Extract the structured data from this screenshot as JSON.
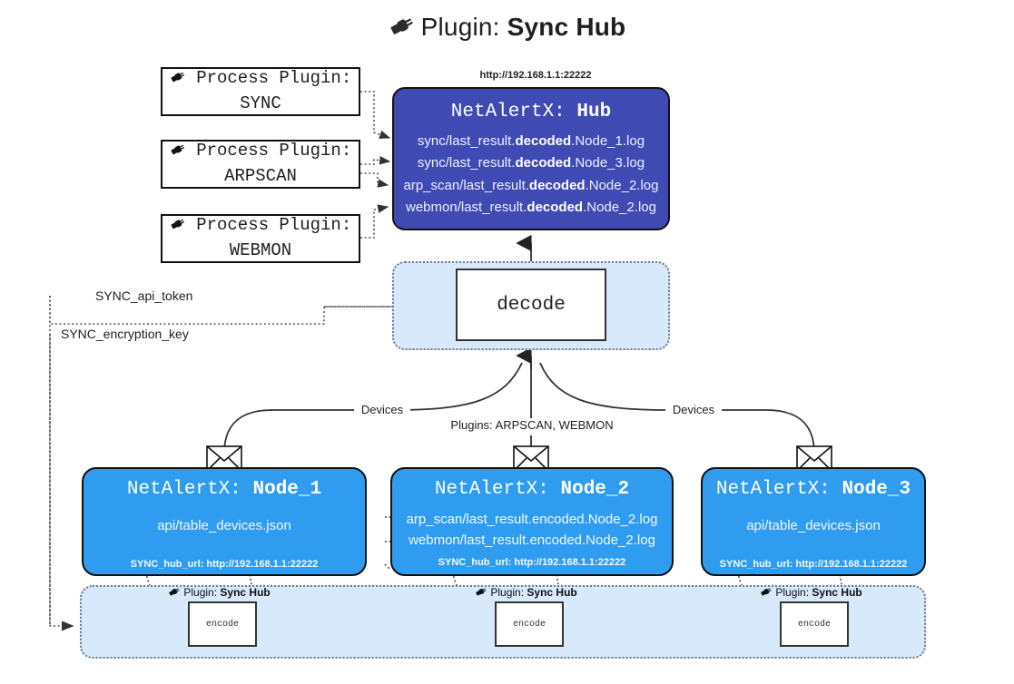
{
  "title": {
    "icon": "plug-icon",
    "label": "Plugin:",
    "value": "Sync Hub"
  },
  "process_plugins": [
    {
      "icon": "plug-icon",
      "label": "Process Plugin:",
      "value": "SYNC"
    },
    {
      "icon": "plug-icon",
      "label": "Process Plugin:",
      "value": "ARPSCAN"
    },
    {
      "icon": "plug-icon",
      "label": "Process Plugin:",
      "value": "WEBMON"
    }
  ],
  "hub": {
    "url": "http://192.168.1.1:22222",
    "label": "NetAlertX:",
    "value": "Hub",
    "logs": [
      {
        "pre": "sync/last_result.",
        "mid": "decoded",
        "post": ".Node_1.log"
      },
      {
        "pre": "sync/last_result.",
        "mid": "decoded",
        "post": ".Node_3.log"
      },
      {
        "pre": "arp_scan/last_result.",
        "mid": "decoded",
        "post": ".Node_2.log"
      },
      {
        "pre": "webmon/last_result.",
        "mid": "decoded",
        "post": ".Node_2.log"
      }
    ]
  },
  "decode": {
    "label": "decode"
  },
  "secrets": [
    {
      "label": "SYNC_api_token"
    },
    {
      "label": "SYNC_encryption_key"
    }
  ],
  "edge_labels": {
    "left_devices": "Devices",
    "center_plugins": "Plugins: ARPSCAN, WEBMON",
    "right_devices": "Devices"
  },
  "nodes": [
    {
      "icon": "envelope-icon",
      "label": "NetAlertX:",
      "value": "Node_1",
      "lines": [
        "api/table_devices.json"
      ],
      "footer": "SYNC_hub_url: http://192.168.1.1:22222"
    },
    {
      "icon": "envelope-icon",
      "label": "NetAlertX:",
      "value": "Node_2",
      "lines": [
        "arp_scan/last_result.encoded.Node_2.log",
        "webmon/last_result.encoded.Node_2.log"
      ],
      "footer": "SYNC_hub_url: http://192.168.1.1:22222"
    },
    {
      "icon": "envelope-icon",
      "label": "NetAlertX:",
      "value": "Node_3",
      "lines": [
        "api/table_devices.json"
      ],
      "footer": "SYNC_hub_url: http://192.168.1.1:22222"
    }
  ],
  "encoders": [
    {
      "icon": "plug-icon",
      "plugin_label": "Plugin:",
      "plugin_value": "Sync Hub",
      "box_label": "encode"
    },
    {
      "icon": "plug-icon",
      "plugin_label": "Plugin:",
      "plugin_value": "Sync Hub",
      "box_label": "encode"
    },
    {
      "icon": "plug-icon",
      "plugin_label": "Plugin:",
      "plugin_value": "Sync Hub",
      "box_label": "encode"
    }
  ],
  "colors": {
    "hub": "#404ab3",
    "node": "#2f9cf0",
    "container": "#d8e9fb",
    "stroke": "#111111",
    "dotted": "#6f7b85"
  }
}
